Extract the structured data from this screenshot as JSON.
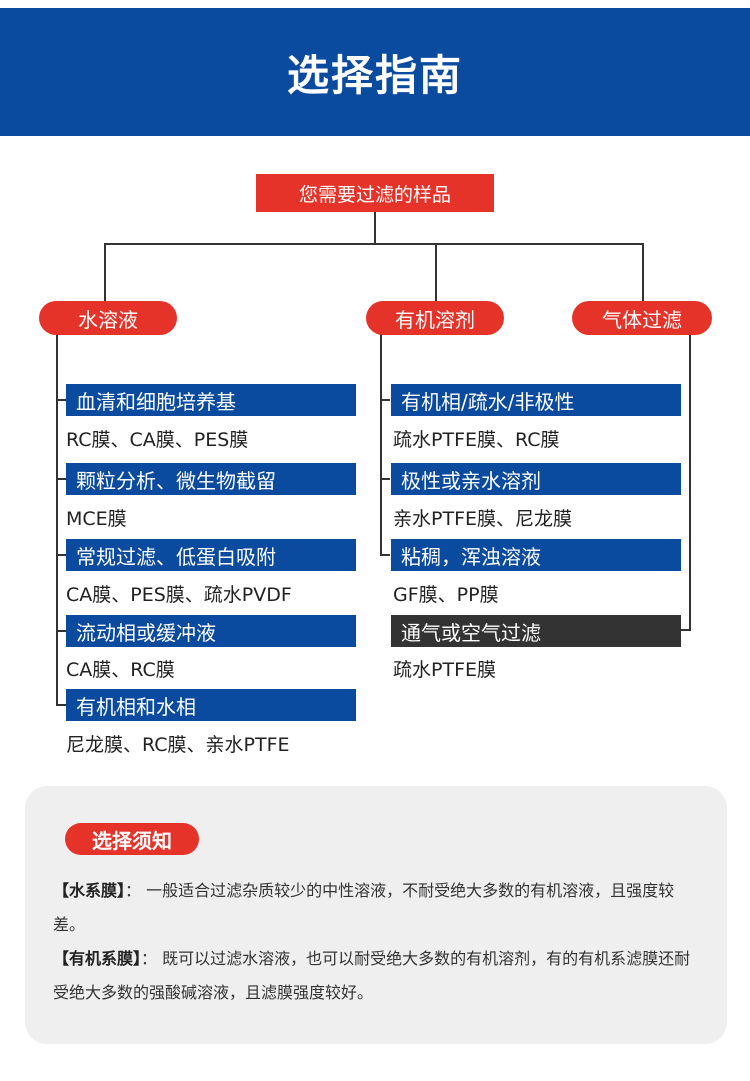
{
  "title": "选择指南",
  "tree": {
    "root": "您需要过滤的样品",
    "branches": [
      {
        "label": "水溶液",
        "items": [
          {
            "category": "血清和细胞培养基",
            "membranes": "RC膜、CA膜、PES膜"
          },
          {
            "category": "颗粒分析、微生物截留",
            "membranes": "MCE膜"
          },
          {
            "category": "常规过滤、低蛋白吸附",
            "membranes": "CA膜、PES膜、疏水PVDF"
          },
          {
            "category": "流动相或缓冲液",
            "membranes": "CA膜、RC膜"
          },
          {
            "category": "有机相和水相",
            "membranes": "尼龙膜、RC膜、亲水PTFE"
          }
        ]
      },
      {
        "label": "有机溶剂",
        "items": [
          {
            "category": "有机相/疏水/非极性",
            "membranes": "疏水PTFE膜、RC膜"
          },
          {
            "category": "极性或亲水溶剂",
            "membranes": "亲水PTFE膜、尼龙膜"
          },
          {
            "category": "粘稠，浑浊溶液",
            "membranes": "GF膜、PP膜"
          }
        ]
      },
      {
        "label": "气体过滤",
        "items": [
          {
            "category": "通气或空气过滤",
            "membranes": "疏水PTFE膜"
          }
        ]
      }
    ]
  },
  "notes": {
    "title": "选择须知",
    "items": [
      {
        "term": "【水系膜】",
        "sep": "：",
        "text": "一般适合过滤杂质较少的中性溶液，不耐受绝大多数的有机溶液，且强度较差。"
      },
      {
        "term": "【有机系膜】",
        "sep": "：",
        "text": "既可以过滤水溶液，也可以耐受绝大多数的有机溶剂，有的有机系滤膜还耐受绝大多数的强酸碱溶液，且滤膜强度较好。"
      }
    ]
  },
  "colors": {
    "header_blue": "#0a4a9f",
    "accent_red": "#e63329",
    "dark_box": "#333333",
    "notes_bg": "#efefef"
  }
}
